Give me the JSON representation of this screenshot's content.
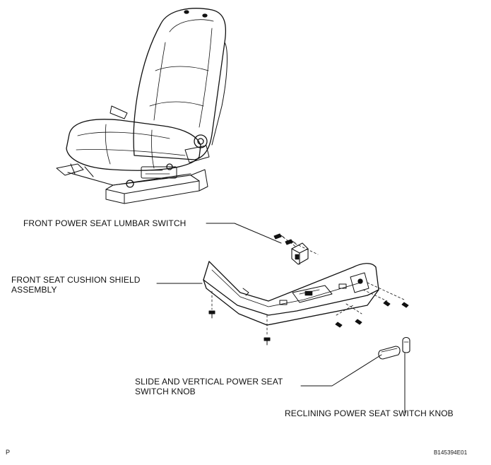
{
  "diagram": {
    "labels": {
      "lumbar_switch": "FRONT POWER SEAT LUMBAR SWITCH",
      "cushion_shield": "FRONT SEAT CUSHION SHIELD\nASSEMBLY",
      "slide_vertical_knob": "SLIDE AND VERTICAL POWER SEAT\nSWITCH KNOB",
      "reclining_knob": "RECLINING POWER SEAT SWITCH KNOB"
    },
    "corner_mark": "P",
    "figure_code": "B145394E01"
  },
  "colors": {
    "ink": "#111111",
    "background": "#ffffff"
  }
}
